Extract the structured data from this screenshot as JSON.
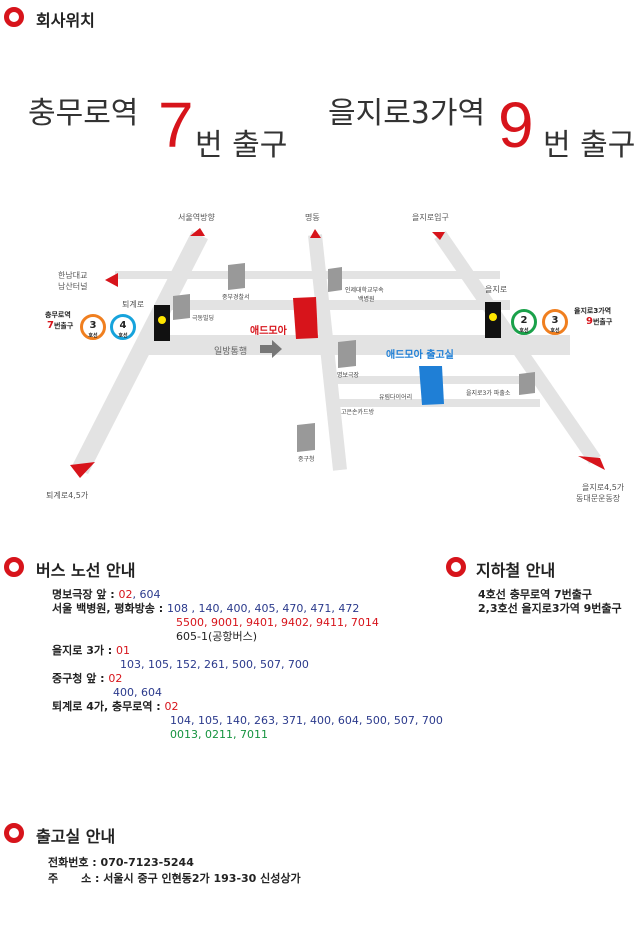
{
  "location": {
    "title": "회사위치",
    "station1": {
      "name": "충무로역",
      "num": "7",
      "exit": "번 출구"
    },
    "station2": {
      "name": "을지로3가역",
      "num": "9",
      "exit": "번 출구"
    }
  },
  "map": {
    "seoul_station": "서울역방향",
    "myeongdong": "명동",
    "euljiro_entrance": "을지로입구",
    "hannam1": "한남대교",
    "hannam2": "남산터널",
    "toegyero": "퇴계로",
    "chungmuro1": "충무로역",
    "chungmuro_num": "7",
    "chungmuro2": "번출구",
    "line3": "3",
    "line4": "4",
    "line2": "2",
    "line_suffix": "호선",
    "police": "중부경찰서",
    "kukdong": "극동빌딩",
    "admore": "애드모아",
    "oneway": "일방통행",
    "hospital1": "인제대학교부속",
    "hospital2": "백병원",
    "euljiro": "을지로",
    "euljiro3_1": "을지로3가역",
    "euljiro3_num": "9",
    "euljiro3_2": "번출구",
    "admore_office": "애드모아 출고실",
    "myeongbo": "명보극장",
    "yurim": "유림다이어리",
    "police_box": "을지로3가 파출소",
    "goeun": "고은손카드방",
    "junggu": "중구청",
    "toegyero45": "퇴계로4,5가",
    "euljiro45_1": "을지로4,5가",
    "euljiro45_2": "동대문운동장",
    "colors": {
      "road": "#e3e3e3",
      "arrow": "#d7141b",
      "admore": "#d7141b",
      "office": "#1f7fd6",
      "line2": "#1aa14a",
      "line3": "#f07f1f",
      "line4": "#16a3dc"
    }
  },
  "bus": {
    "title": "버스 노선 안내",
    "rows": [
      {
        "stop": "명보극장 앞 : ",
        "r": "02",
        "b": ", 604"
      },
      {
        "stop": "서울 백병원, 평화방송 : ",
        "b": "108 , 140, 400, 405, 470, 471, 472",
        "r": "5500, 9001, 9401, 9402, 9411, 7014",
        "k": "605-1(공항버스)"
      },
      {
        "stop": "을지로 3가 : ",
        "r": "01",
        "b": "103, 105, 152, 261, 500, 507, 700"
      },
      {
        "stop": "중구청 앞 : ",
        "r": "02",
        "b": "400, 604"
      },
      {
        "stop": "퇴계로 4가, 충무로역 : ",
        "r": "02",
        "b": "104, 105, 140, 263, 371, 400, 604, 500, 507, 700",
        "g": "0013, 0211, 7011"
      }
    ]
  },
  "subway": {
    "title": "지하철 안내",
    "lines": [
      "4호선 충무로역 7번출구",
      "2,3호선 을지로3가역 9번출구"
    ]
  },
  "office": {
    "title": "출고실 안내",
    "phone": "전화번호 : 070-7123-5244",
    "address": "주      소 : 서울시 중구 인현동2가 193-30 신성상가"
  }
}
